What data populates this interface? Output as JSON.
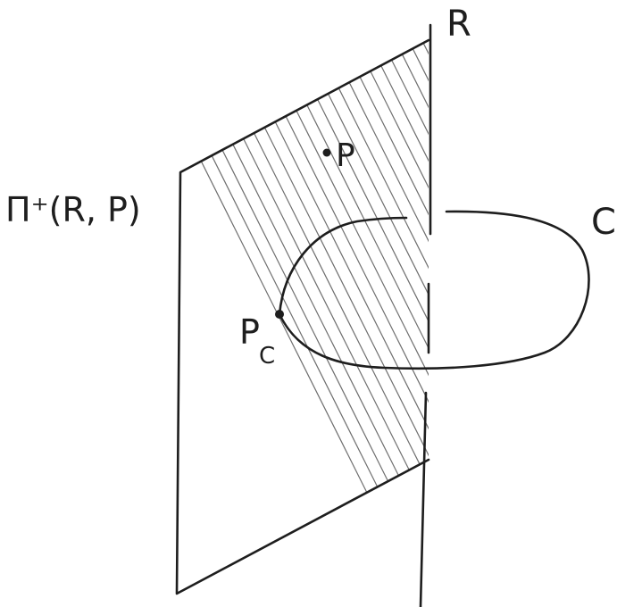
{
  "diagram": {
    "labels": {
      "axis": "R",
      "point_p": "P",
      "half_plane": "Π⁺(R, P)",
      "curve": "C",
      "intersection_base": "P",
      "intersection_sub": "C"
    }
  }
}
